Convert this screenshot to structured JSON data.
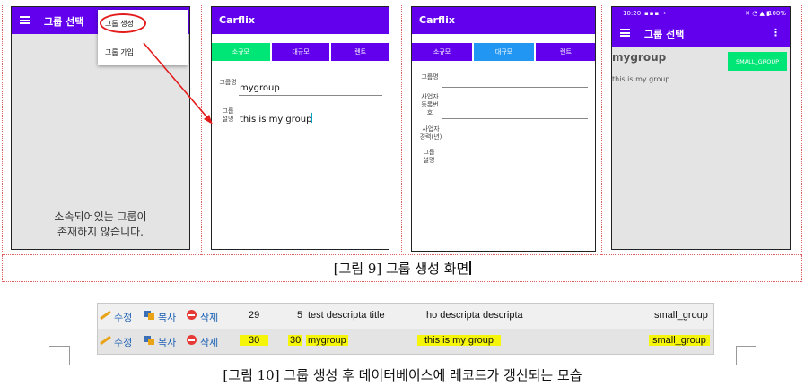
{
  "figure9": {
    "caption": "[그림 9] 그룹 생성 화면",
    "screen1": {
      "title": "그룹 선택",
      "menu": {
        "create": "그룹 생성",
        "join": "그룹 가입"
      },
      "empty_line1": "소속되어있는 그룹이",
      "empty_line2": "존재하지 않습니다."
    },
    "screen2": {
      "title": "Carflix",
      "tabs": [
        "소규모",
        "대규모",
        "렌트"
      ],
      "name_label": "그룹명",
      "name_value": "mygroup",
      "desc_label": "그룹\n설명",
      "desc_value": "this is my group"
    },
    "screen3": {
      "title": "Carflix",
      "tabs": [
        "소규모",
        "대규모",
        "렌트"
      ],
      "fields": [
        "그룹명",
        "사업자\n등록번\n호",
        "사업자\n경력(년)",
        "그룹\n설명"
      ]
    },
    "screen4": {
      "status_time": "10:20",
      "status_battery": "100%",
      "title": "그룹 선택",
      "group_name": "mygroup",
      "group_type": "SMALL_GROUP",
      "group_desc": "this is my group",
      "colors": {
        "badge": "#00e676"
      }
    }
  },
  "figure10": {
    "caption": "[그림 10] 그룹 생성 후 데이터베이스에 레코드가 갱신되는 모습",
    "actions": {
      "edit": "수정",
      "copy": "복사",
      "delete": "삭제"
    },
    "rows": [
      {
        "id": "29",
        "num": "5",
        "title": "test descripta title",
        "desc": "ho descripta descripta",
        "type": "small_group",
        "highlight": false
      },
      {
        "id": "30",
        "num": "30",
        "title": "mygroup",
        "desc": "this is my group",
        "type": "small_group",
        "highlight": true
      }
    ],
    "colors": {
      "highlight": "#f5f50a",
      "accent": "#6200ee"
    }
  }
}
